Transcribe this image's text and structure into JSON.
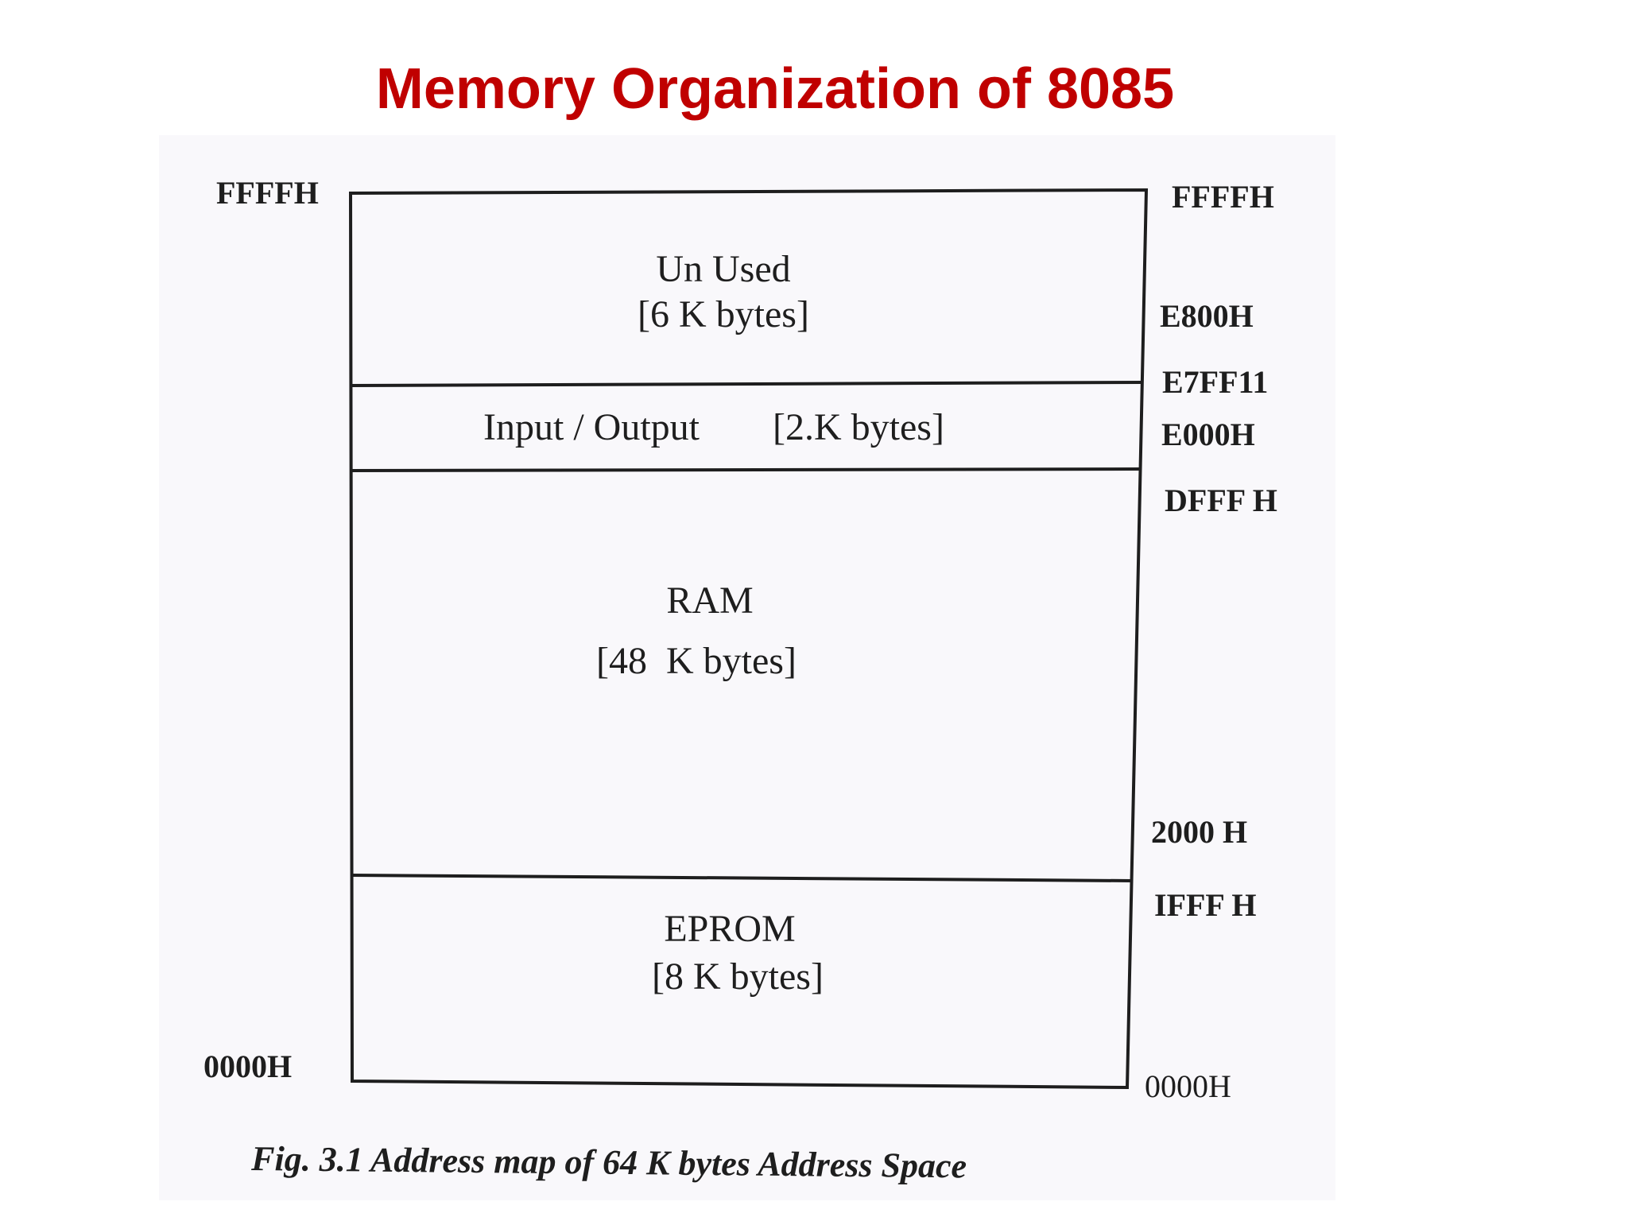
{
  "title": "Memory Organization of 8085",
  "diagram": {
    "regions": [
      {
        "name": "Un Used",
        "size": "[6 K bytes]"
      },
      {
        "name": "Input / Output",
        "size": "[2.K bytes]"
      },
      {
        "name": "RAM",
        "size": "[48  K bytes]"
      },
      {
        "name": "EPROM",
        "size": "[8 K bytes]"
      }
    ],
    "left_addresses": {
      "top": "FFFFH",
      "bottom": "0000H"
    },
    "right_addresses": [
      "FFFFH",
      "E800H",
      "E7FF11",
      "E000H",
      "DFFF H",
      "2000 H",
      "IFFF H",
      "0000H"
    ]
  },
  "caption": "Fig. 3.1 Address map of 64 K bytes Address Space",
  "colors": {
    "title": "#c00000",
    "ink": "#1e1e1e",
    "scan_background": "#f9f8fb"
  }
}
